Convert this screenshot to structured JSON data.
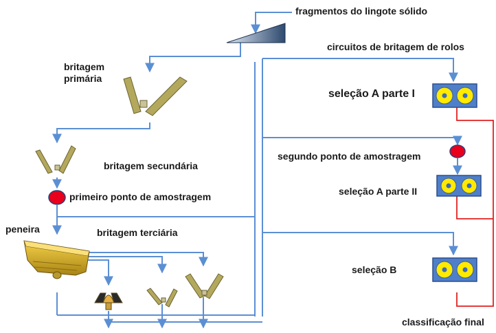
{
  "labels": {
    "ingot_fragments": "fragmentos do lingote sólido",
    "roll_circuits": "circuitos de britagem de rolos",
    "primary_crushing_1": "britagem",
    "primary_crushing_2": "primária",
    "selection_a1": "seleção A parte I",
    "second_sampling": "segundo ponto de amostragem",
    "secondary_crushing": "britagem secundária",
    "first_sampling": "primeiro ponto de amostragem",
    "selection_a2": "seleção A parte II",
    "screen": "peneira",
    "tertiary_crushing": "britagem terciária",
    "selection_b": "seleção B",
    "final_classification": "classificação final"
  },
  "colors": {
    "flow_line": "#5b8fd4",
    "classification_line": "#e02020",
    "crusher_fill": "#b3a85c",
    "crusher_stroke": "#6b6330",
    "roller_box": "#4f7fc9",
    "roller_disc": "#ffea00",
    "roller_core": "#3d6bb5",
    "sampling_point": "#e8001c",
    "feeder": "#2e4a6e"
  }
}
